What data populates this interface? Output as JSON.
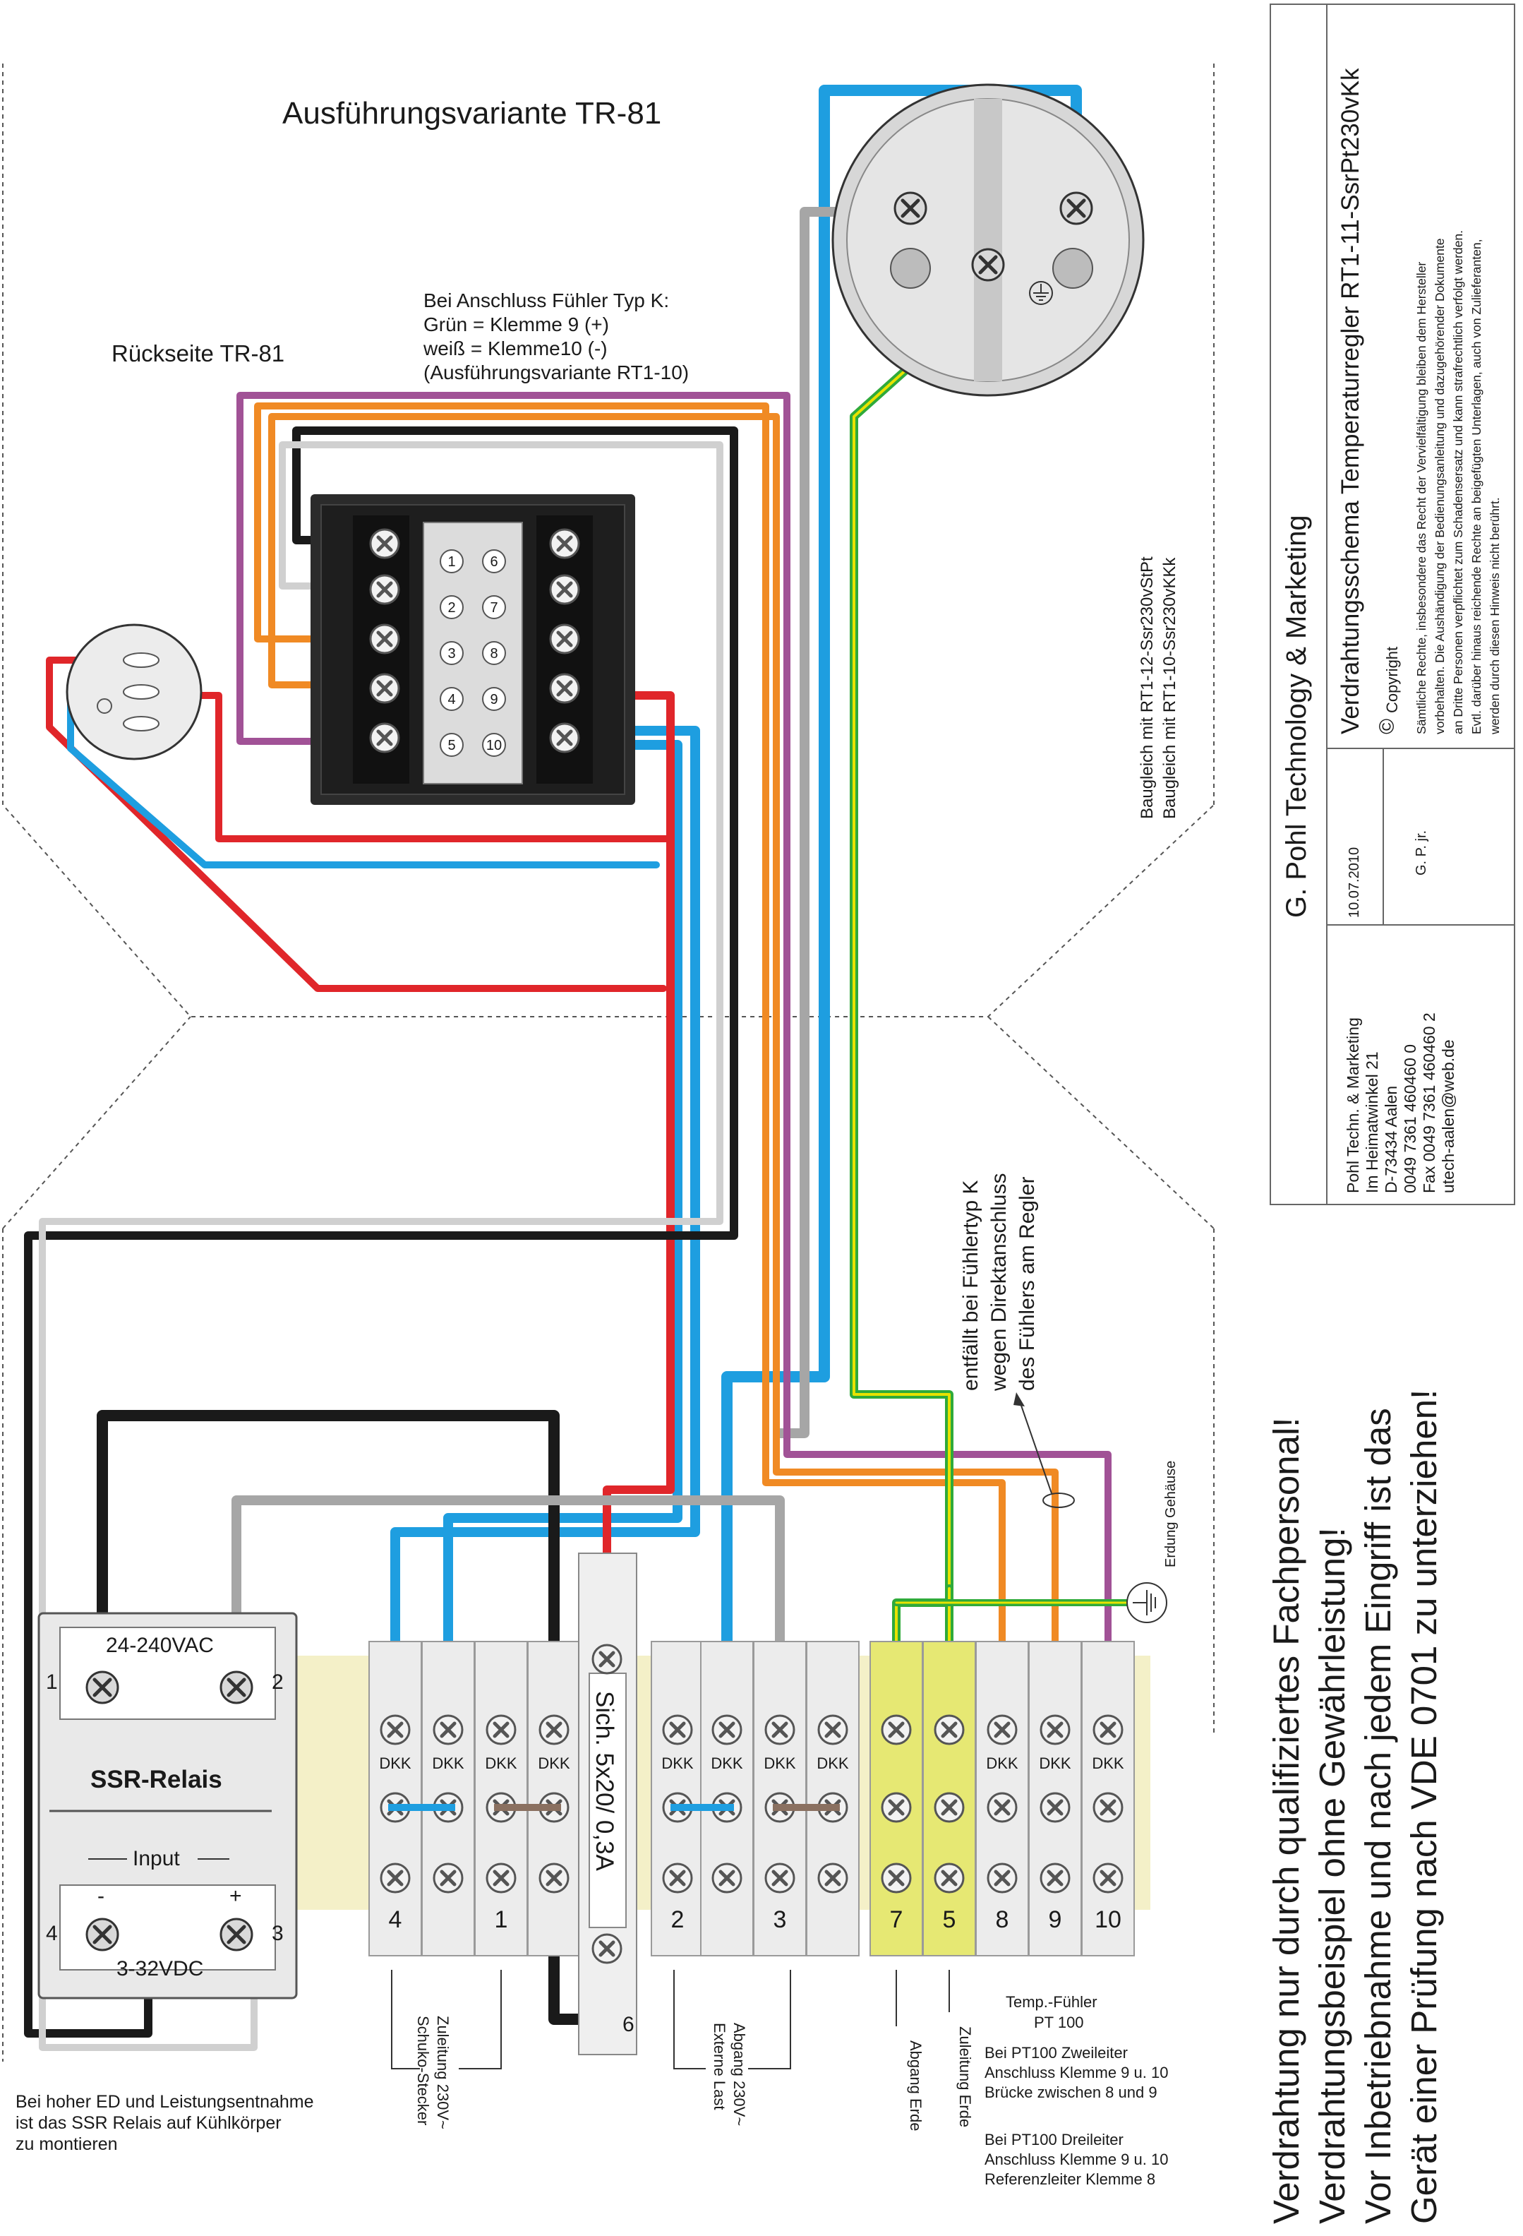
{
  "title": "Ausführungsvariante TR-81",
  "rueckseite_label": "Rückseite TR-81",
  "sensor_note": [
    "Bei Anschluss Fühler Typ K:",
    "Grün = Klemme 9 (+)",
    "weiß = Klemme10 (-)",
    "(Ausführungsvariante RT1-10)"
  ],
  "controller_terminals_left": [
    "1",
    "2",
    "3",
    "4",
    "5"
  ],
  "controller_terminals_right": [
    "6",
    "7",
    "8",
    "9",
    "10"
  ],
  "baugleich": [
    "Baugleich mit RT1-12-Ssr230vStPt",
    "Baugleich mit RT1-10-Ssr230vKKk"
  ],
  "company_header": "G. Pohl Technology & Marketing",
  "doc_title": "Verdrahtungsschema Temperaturregler RT1-11-SsrPt230vKk",
  "date": "10.07.2010",
  "author": "G. P. jr.",
  "copyright_label": "Copyright",
  "copyright_text": [
    "Sämtliche Rechte, insbesondere das Recht der Vervielfältigung bleiben dem Hersteller",
    "vorbehalten. Die Aushändigung der Bedienungsanleitung und dazugehörender Dokumente",
    "an Dritte Personen verpflichtet zum Schadensersatz und kann strafrechtlich verfolgt werden.",
    "Evtl. darüber hinaus reichende Rechte an beigefügten Unterlagen, auch von Zulieferanten,",
    "werden durch diesen Hinweis nicht berührt."
  ],
  "address": [
    "Pohl Techn. & Marketing",
    "Im Heimatwinkel 21",
    "D-73434 Aalen",
    "0049 7361 460460 0",
    "Fax 0049 7361 460460 2",
    "utech-aalen@web.de"
  ],
  "warning": [
    "Verdrahtung nur durch qualifiziertes Fachpersonal!",
    "Verdrahtungsbeispiel ohne Gewährleistung!",
    "Vor Inbetriebnahme und nach jedem Eingriff ist das",
    "Gerät einer Prüfung nach VDE 0701 zu unterziehen!"
  ],
  "entfaellt_note": [
    "entfällt bei Fühlertyp K",
    "wegen Direktanschluss",
    "des Fühlers am Regler"
  ],
  "erdung_label": "Erdung Gehäuse",
  "ssr": {
    "label": "SSR-Relais",
    "ac_label": "24-240VAC",
    "input_label": "Input",
    "dc_label": "3-32VDC",
    "pin1": "1",
    "pin2": "2",
    "pin3": "3",
    "pin4": "4",
    "minus": "-",
    "plus": "+"
  },
  "ssr_note": [
    "Bei hoher ED und Leistungsentnahme",
    "ist das SSR Relais auf Kühlkörper",
    "zu montieren"
  ],
  "terminal_top_label": "DKK",
  "terminal_numbers": [
    "4",
    "1",
    "2",
    "3",
    "7",
    "5",
    "8",
    "9",
    "10"
  ],
  "fuse_label": "Sich. 5x20/ 0,3A",
  "fuse_number": "6",
  "bottom_labels": {
    "zuleitung_schuko": [
      "Zuleitung 230V~",
      "Schuko-Stecker"
    ],
    "abgang_last": [
      "Abgang 230V~",
      "Externe Last"
    ],
    "abgang_erde": "Abgang Erde",
    "zuleitung_erde": "Zuleitung Erde"
  },
  "pt100_title": [
    "Temp.-Fühler",
    "PT 100"
  ],
  "pt100_two": [
    "Bei PT100 Zweileiter",
    "Anschluss Klemme 9 u. 10",
    "Brücke zwischen 8 und 9"
  ],
  "pt100_three": [
    "Bei PT100 Dreileiter",
    "Anschluss Klemme 9 u. 10",
    "Referenzleiter Klemme 8"
  ],
  "colors": {
    "blue": "#1e9ee0",
    "red": "#e0262a",
    "black": "#1a1a1a",
    "grey": "#a6a6a6",
    "orange": "#f08a24",
    "purple": "#a15296",
    "green": "#2faa3a",
    "yellow": "#e8e200",
    "rail": "#f4f0c8",
    "ground_block": "#e6e873"
  }
}
